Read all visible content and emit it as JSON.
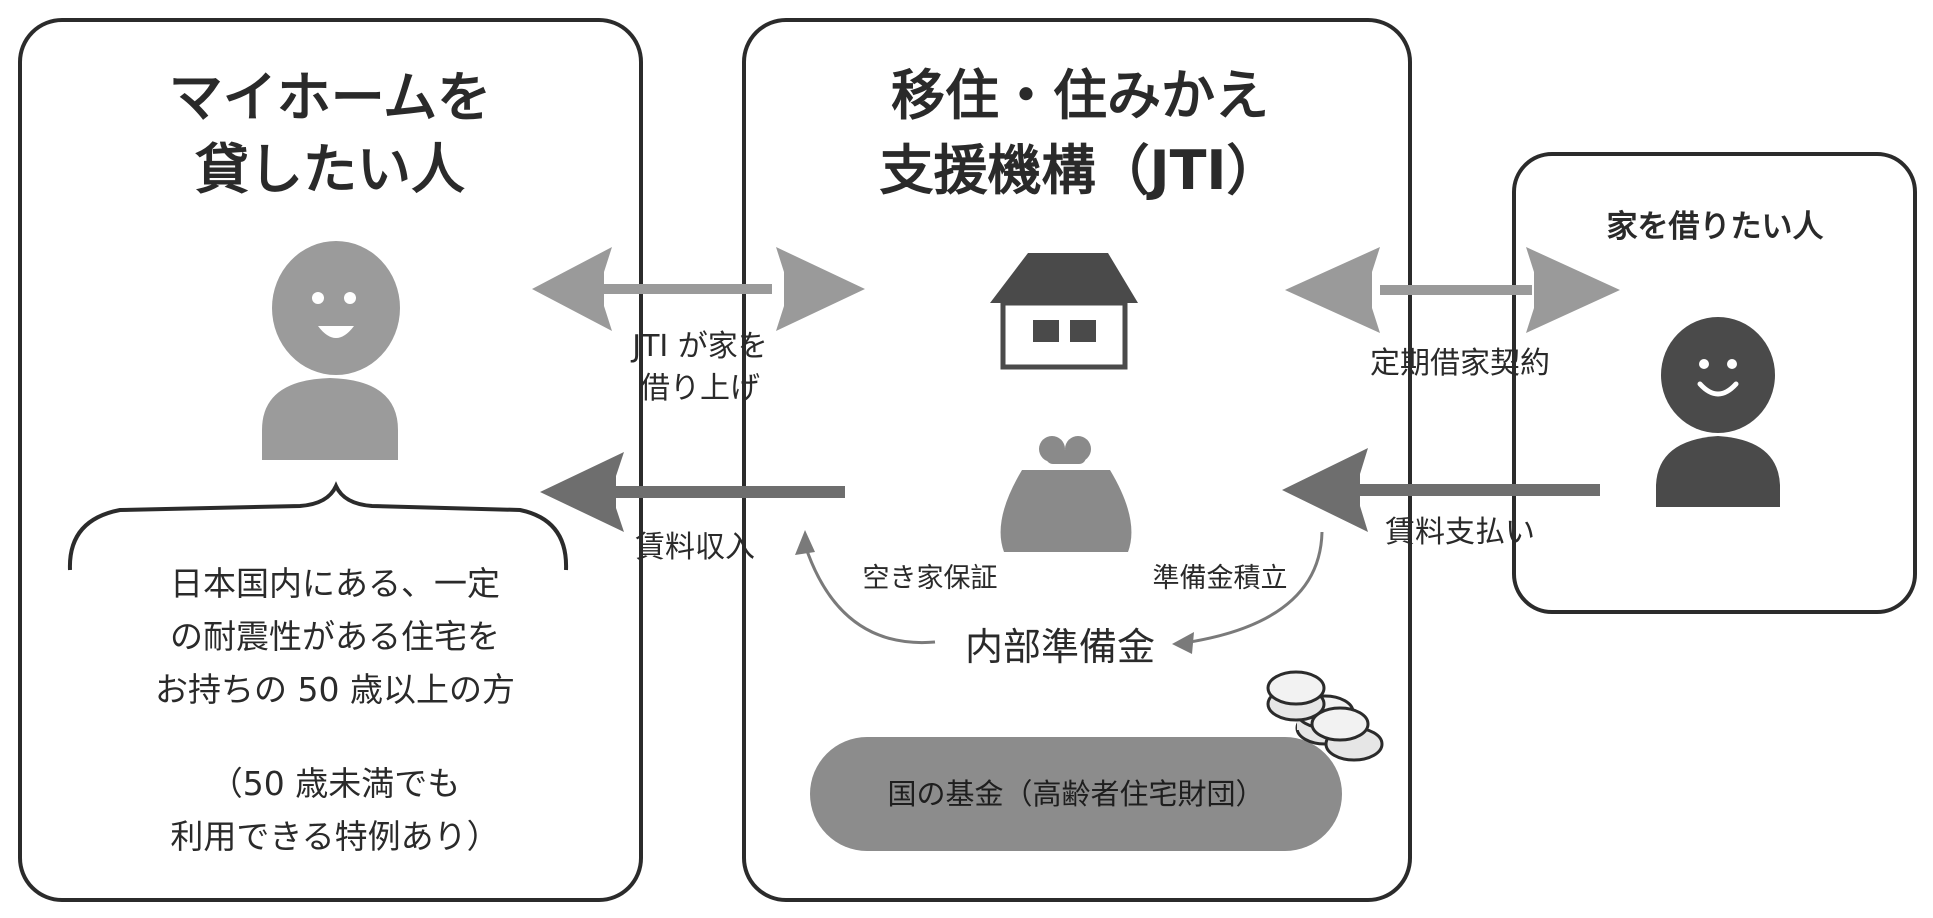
{
  "left_panel": {
    "title_line1": "マイホームを",
    "title_line2": "貸したい人",
    "desc_line1": "日本国内にある、一定",
    "desc_line2": "の耐震性がある住宅を",
    "desc_line3": "お持ちの 50 歳以上の方",
    "note_line1": "（50 歳未満でも",
    "note_line2": "利用できる特例あり）"
  },
  "center_panel": {
    "title_line1": "移住・住みかえ",
    "title_line2": "支援機構（JTI）",
    "reserve_label": "内部準備金",
    "vacancy_label": "空き家保証",
    "reserve_build_label": "準備金積立",
    "fund_label": "国の基金（高齢者住宅財団）"
  },
  "right_panel": {
    "title": "家を借りたい人"
  },
  "arrows": {
    "left_top_line1": "JTI が家を",
    "left_top_line2": "借り上げ",
    "left_bottom": "賃料収入",
    "right_top": "定期借家契約",
    "right_bottom": "賃料支払い"
  },
  "colors": {
    "border": "#2b2b2b",
    "arrow_light": "#9a9a9a",
    "arrow_dark": "#6e6e6e",
    "figure_light": "#9b9b9b",
    "figure_dark": "#4a4a4a",
    "fund_pill": "#8c8c8c"
  }
}
